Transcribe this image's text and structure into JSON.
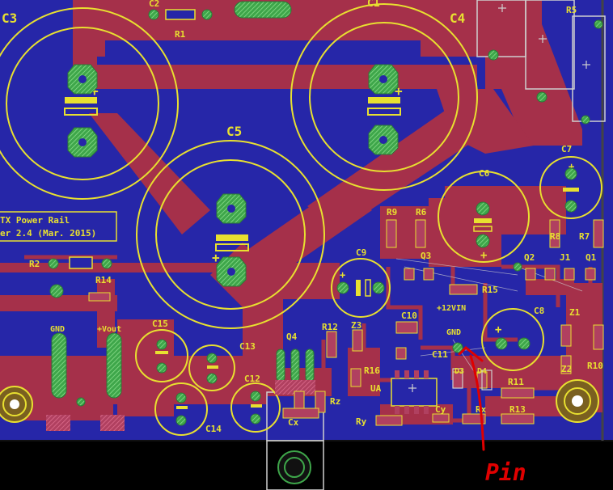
{
  "colors": {
    "board": "#2626a8",
    "background": "#000000",
    "trace": "#a5304a",
    "silk": "#e8e030",
    "pad": "#3ea64a",
    "padHatch": "#7fd07f",
    "smd": "#b04060",
    "outline": "#cfcfcf",
    "annotation": "#e00000"
  },
  "labels": {
    "c1": "C1",
    "c2": "C2",
    "c3": "C3",
    "c4": "C4",
    "c5": "C5",
    "c6": "C6",
    "c7": "C7",
    "c8": "C8",
    "c9": "C9",
    "c10": "C10",
    "c11": "C11",
    "c12": "C12",
    "c13": "C13",
    "c14": "C14",
    "c15": "C15",
    "cx": "Cx",
    "cy": "Cy",
    "r1": "R1",
    "r2": "R2",
    "r5": "R5",
    "r6": "R6",
    "r7": "R7",
    "r8": "R8",
    "r9": "R9",
    "r10": "R10",
    "r11": "R11",
    "r12": "R12",
    "r13": "R13",
    "r14": "R14",
    "r15": "R15",
    "r16": "R16",
    "rx": "Rx",
    "ry": "Ry",
    "rz": "Rz",
    "q1": "Q1",
    "q2": "Q2",
    "q3": "Q3",
    "q4": "Q4",
    "j1": "J1",
    "z1": "Z1",
    "z2": "Z2",
    "z3": "Z3",
    "d3": "D3",
    "d4": "D4",
    "ua": "UA",
    "gnd_left": "GND",
    "vout": "+Vout",
    "v12in": "+12VIN",
    "gnd_mid": "GND",
    "title_line1": "TX Power Rail",
    "title_line2": "er 2.4 (Mar. 2015)",
    "annotation_pin": "Pin"
  }
}
